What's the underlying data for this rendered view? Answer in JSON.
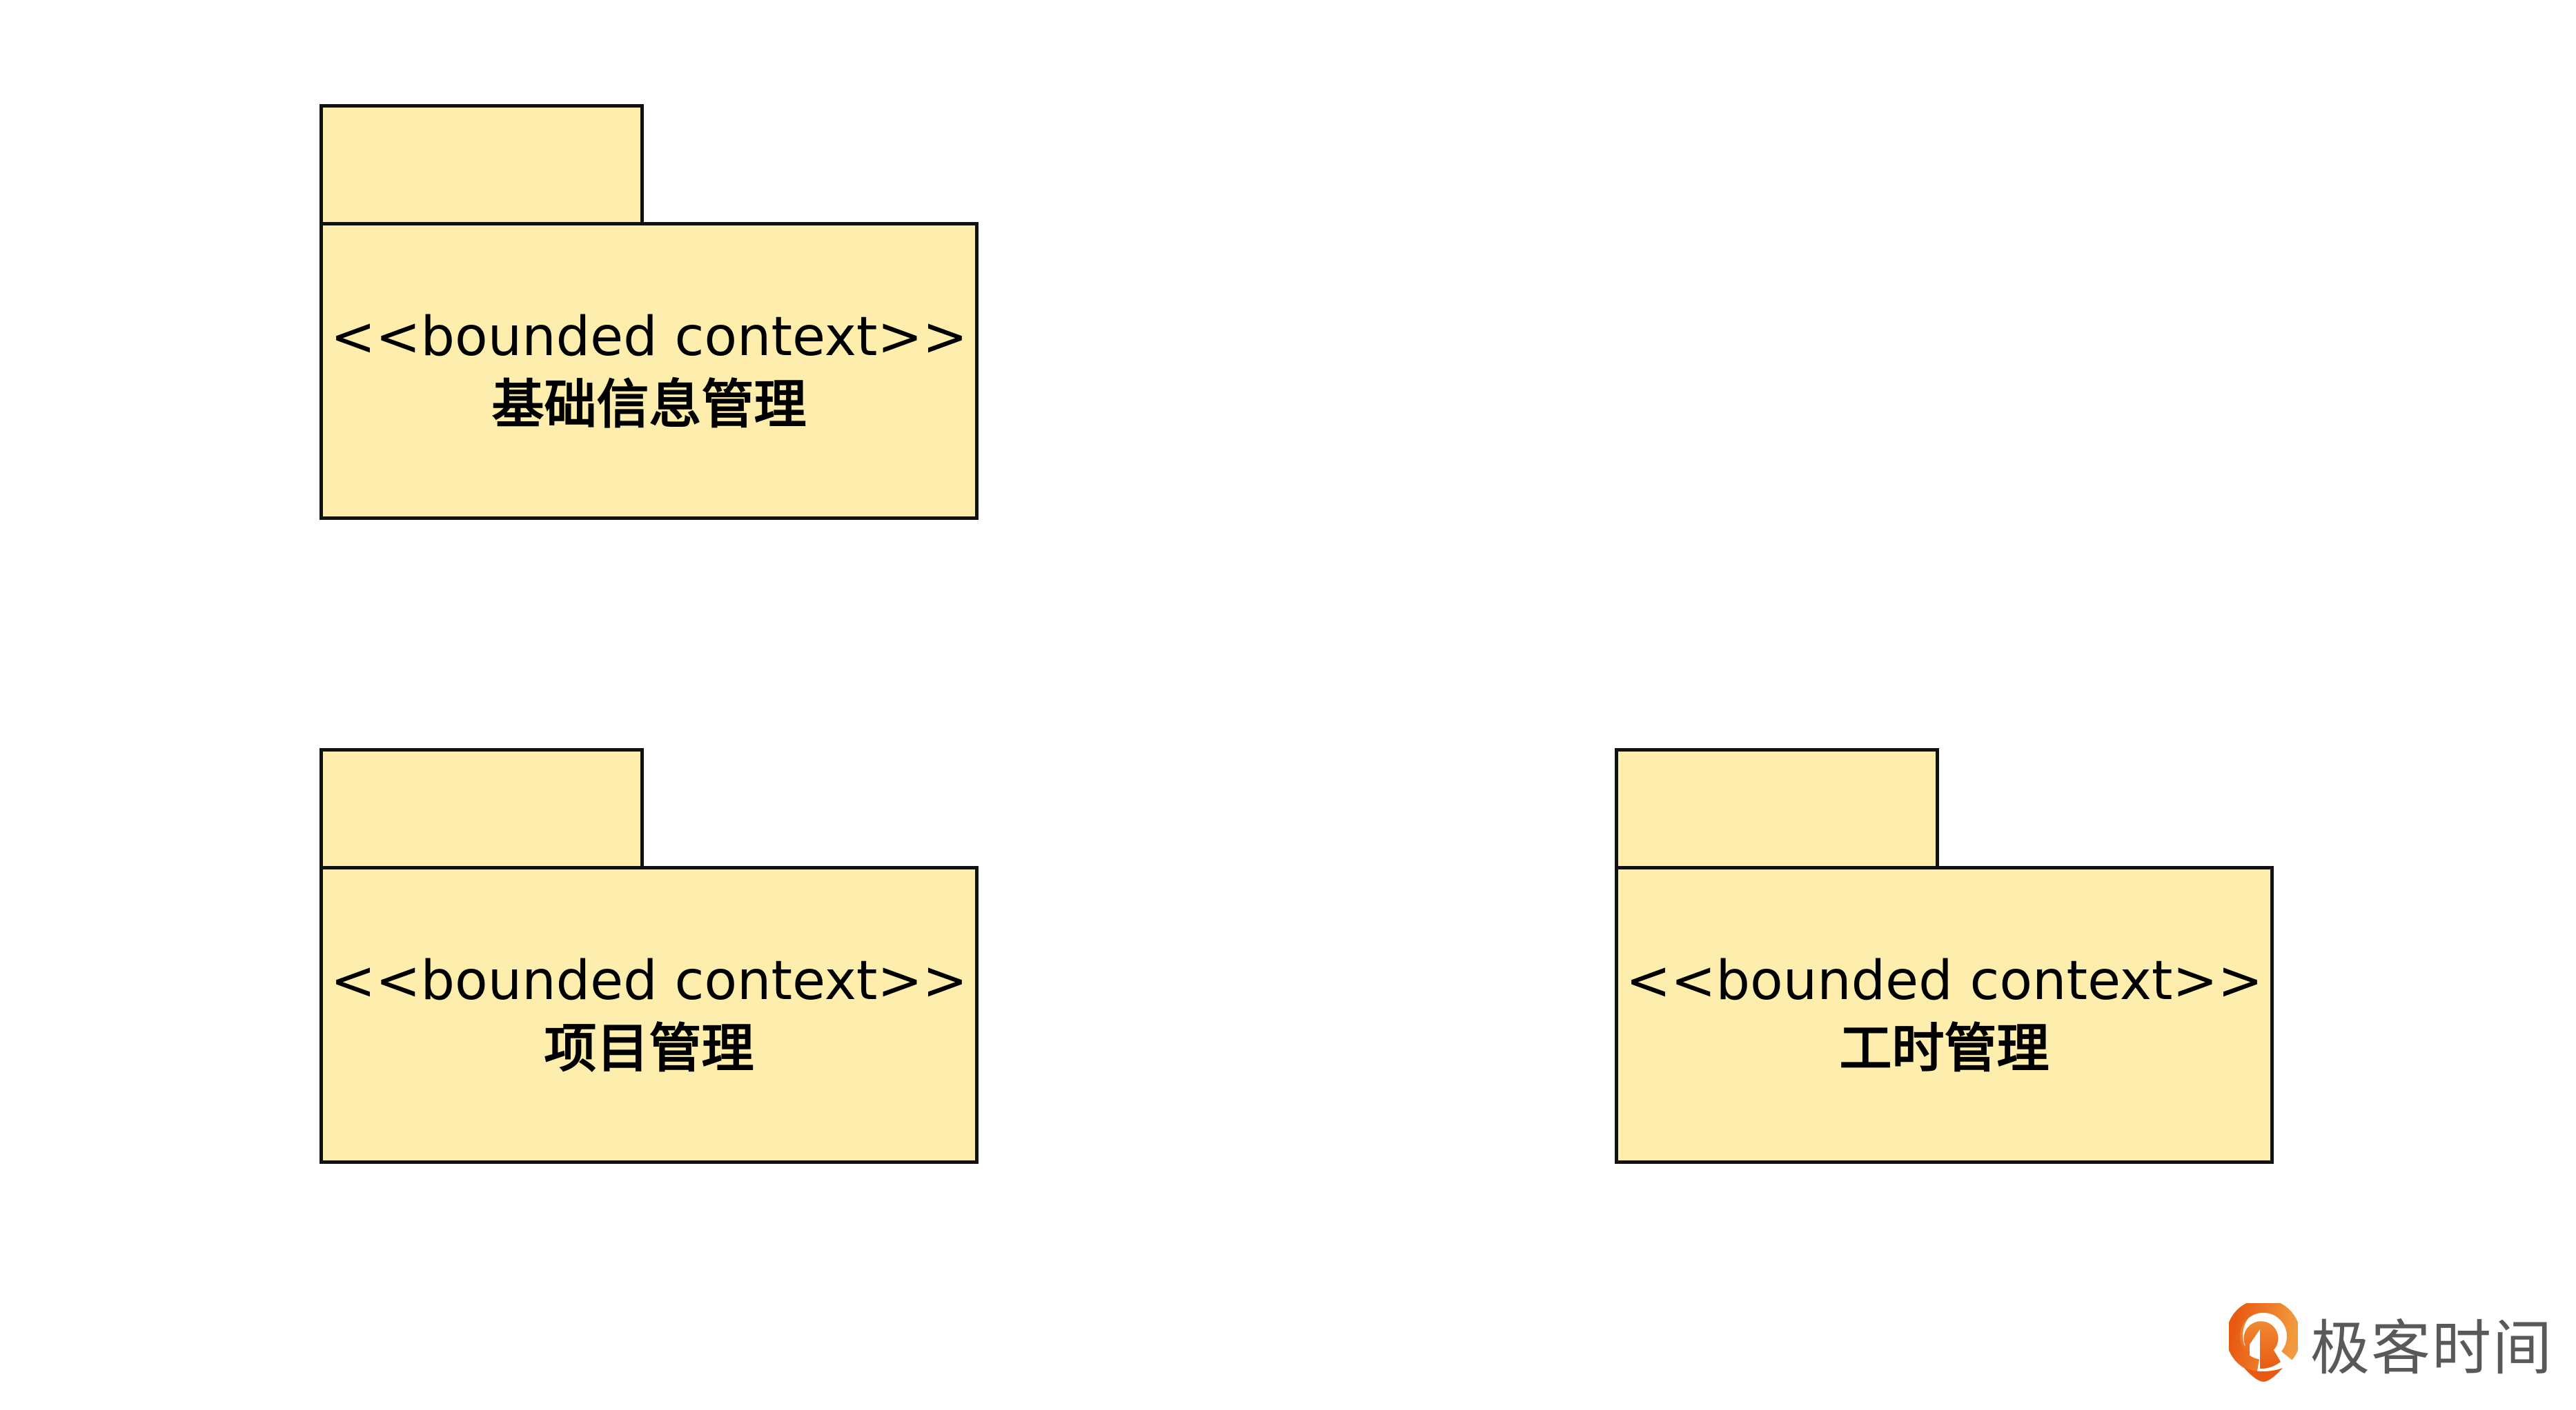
{
  "packages": [
    {
      "stereotype": "<<bounded context>>",
      "name": "基础信息管理"
    },
    {
      "stereotype": "<<bounded context>>",
      "name": "项目管理"
    },
    {
      "stereotype": "<<bounded context>>",
      "name": "工时管理"
    }
  ],
  "watermark": {
    "text": "极客时间",
    "icon": "geektime-logo-icon"
  },
  "colors": {
    "package_fill": "#fdeeae",
    "border": "#111111",
    "logo_orange": "#ec6a1c",
    "logo_gray": "#58595b"
  }
}
